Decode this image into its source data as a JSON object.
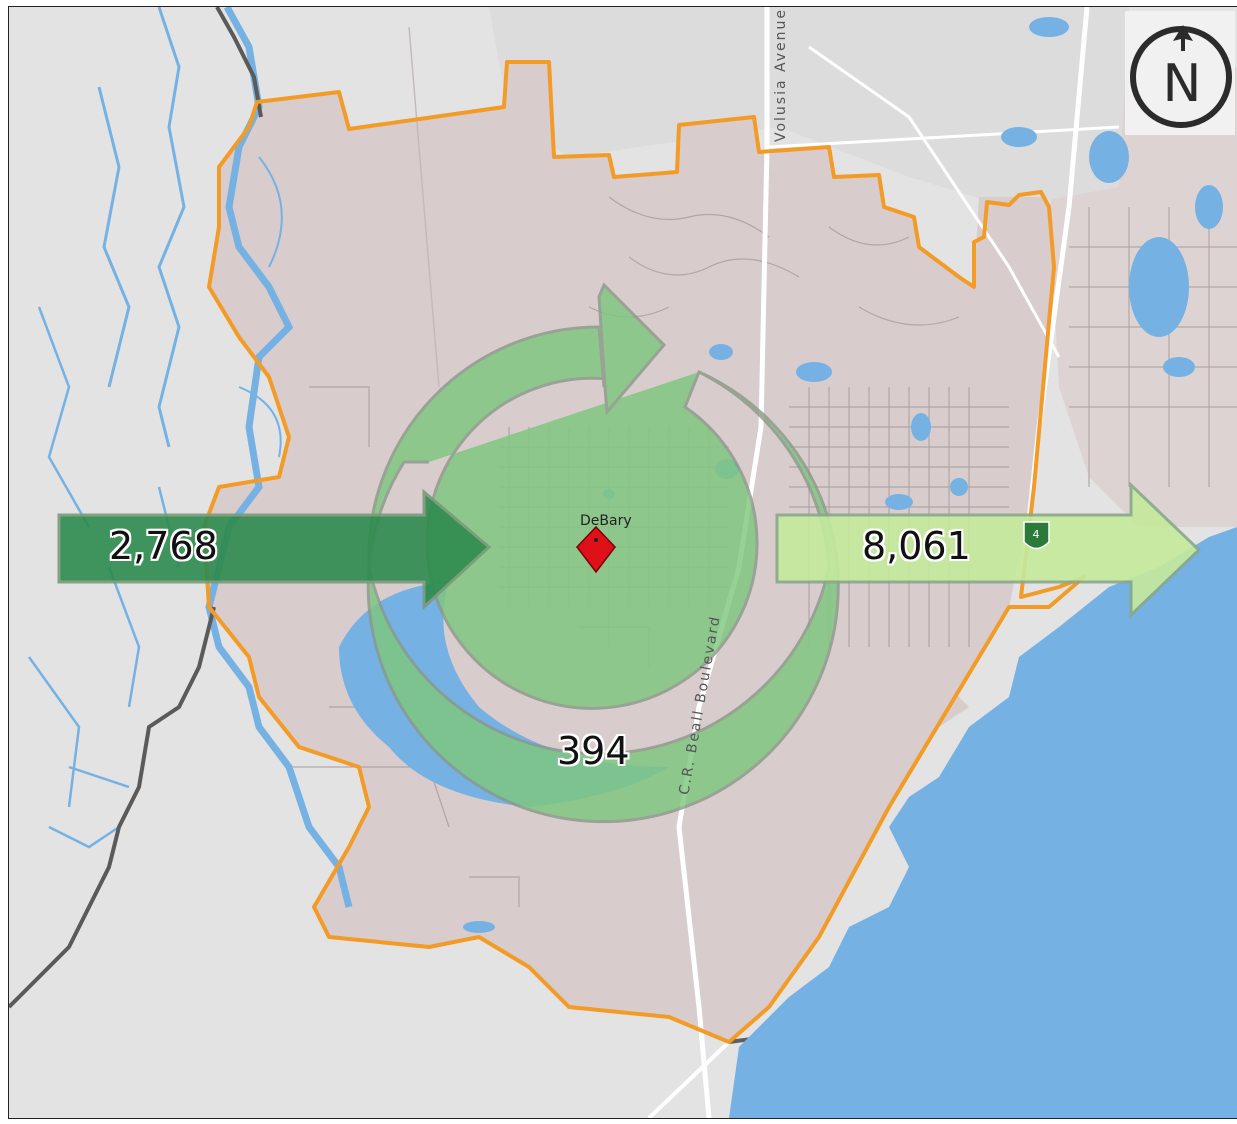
{
  "map": {
    "place_name": "DeBary",
    "streets": [
      "Volusia Avenue",
      "C.R. Beall Boulevard"
    ],
    "highway_shield": "4",
    "north_arrow_letter": "N",
    "colors": {
      "land": "#e3e3e3",
      "city_area": "#d8cccc",
      "water": "#75b2e3",
      "boundary": "#f29b27",
      "inflow_arrow": "#2e8b4e",
      "internal_arrow": "#7fc77f",
      "outflow_arrow": "#c5ea9c",
      "marker": "#e0101a"
    },
    "flows": {
      "inflow": {
        "label": "2,768",
        "value": 2768
      },
      "internal": {
        "label": "394",
        "value": 394
      },
      "outflow": {
        "label": "8,061",
        "value": 8061
      }
    }
  }
}
